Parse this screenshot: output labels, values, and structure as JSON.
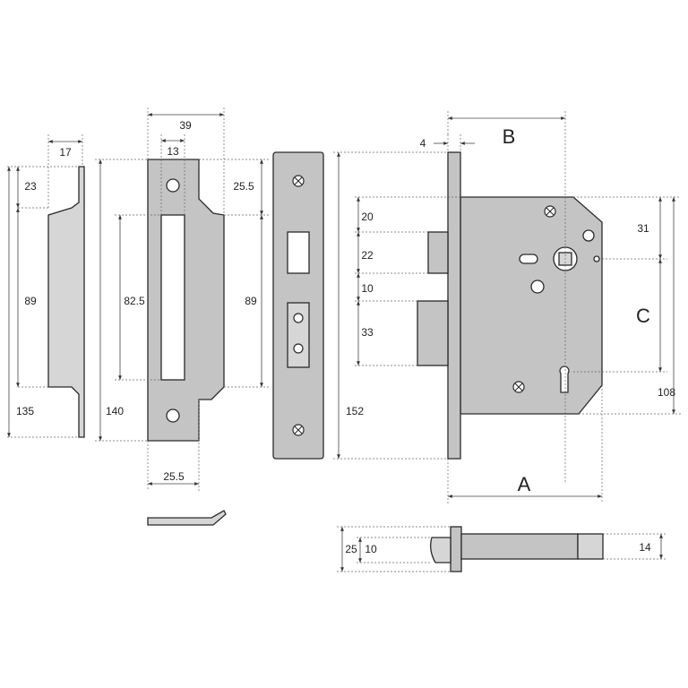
{
  "strike_plate_side": {
    "width": "17",
    "top": "23",
    "opening": "89",
    "height": "135"
  },
  "strike_plate_face": {
    "width": "39",
    "hole_spacing": "13",
    "top_offset": "25.5",
    "opening_height": "82.5",
    "right_opening": "89",
    "overall_height": "140",
    "bottom_width": "25.5"
  },
  "lock_body": {
    "forend_thickness": "4",
    "backset_letter": "B",
    "forend_height": "152",
    "latch_top": "20",
    "latch_height": "22",
    "gap": "10",
    "deadbolt_height": "33",
    "top_to_spindle": "31",
    "centres_letter": "C",
    "case_height": "108",
    "case_depth_letter": "A"
  },
  "deadbolt_view": {
    "overall": "25",
    "inner": "10",
    "right": "14"
  }
}
